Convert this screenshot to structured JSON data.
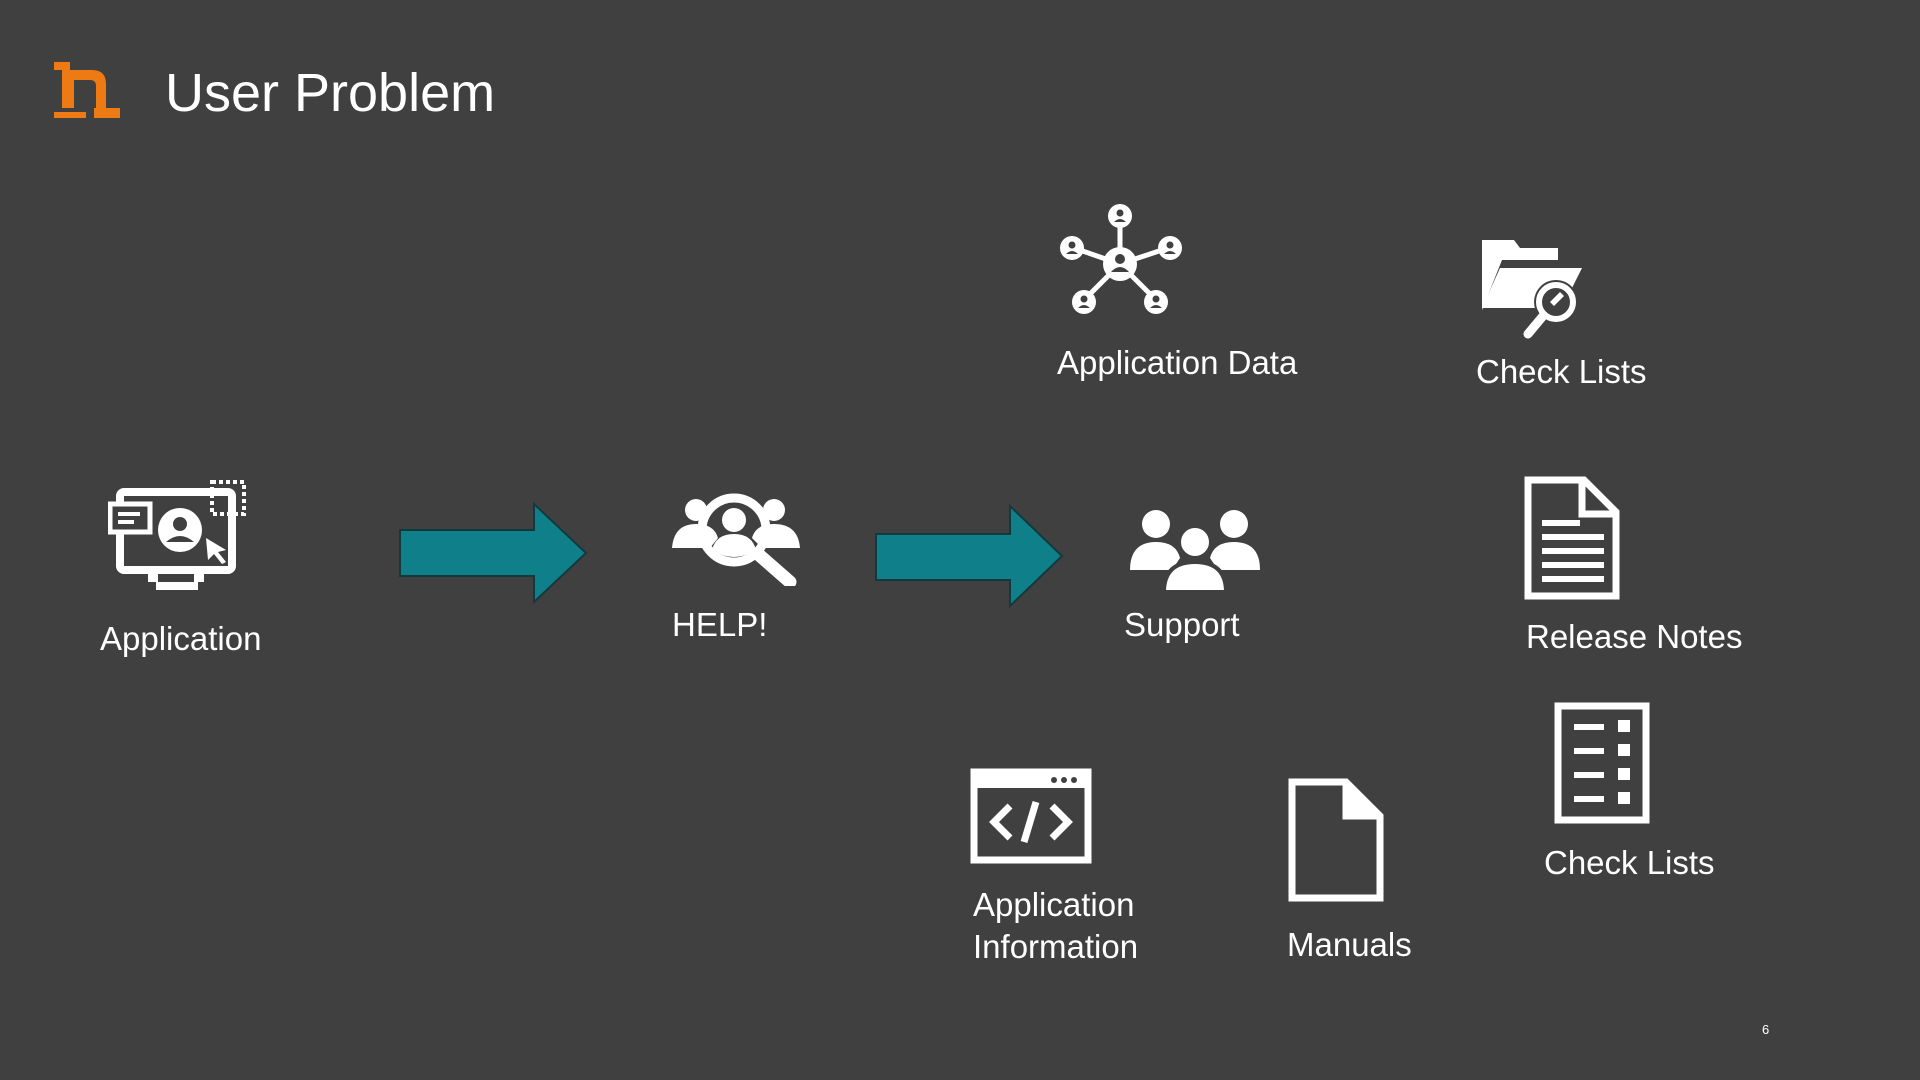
{
  "slide": {
    "title": "User Problem",
    "page_number": "6",
    "accent_color": "#EE7A14",
    "arrow_color": "#0F7F8A",
    "background_color": "#404040"
  },
  "nodes": {
    "application": {
      "label": "Application",
      "icon": "application-monitor-icon"
    },
    "help": {
      "label": "HELP!",
      "icon": "user-search-icon"
    },
    "support": {
      "label": "Support",
      "icon": "people-group-icon"
    },
    "application_data": {
      "label": "Application Data",
      "icon": "network-hub-icon"
    },
    "check_lists_top": {
      "label": "Check Lists",
      "icon": "folder-search-icon"
    },
    "release_notes": {
      "label": "Release Notes",
      "icon": "document-lines-icon"
    },
    "check_lists_bottom": {
      "label": "Check Lists",
      "icon": "checklist-icon"
    },
    "application_information": {
      "label_line1": "Application",
      "label_line2": "Information",
      "icon": "code-window-icon"
    },
    "manuals": {
      "label": "Manuals",
      "icon": "blank-document-icon"
    }
  }
}
